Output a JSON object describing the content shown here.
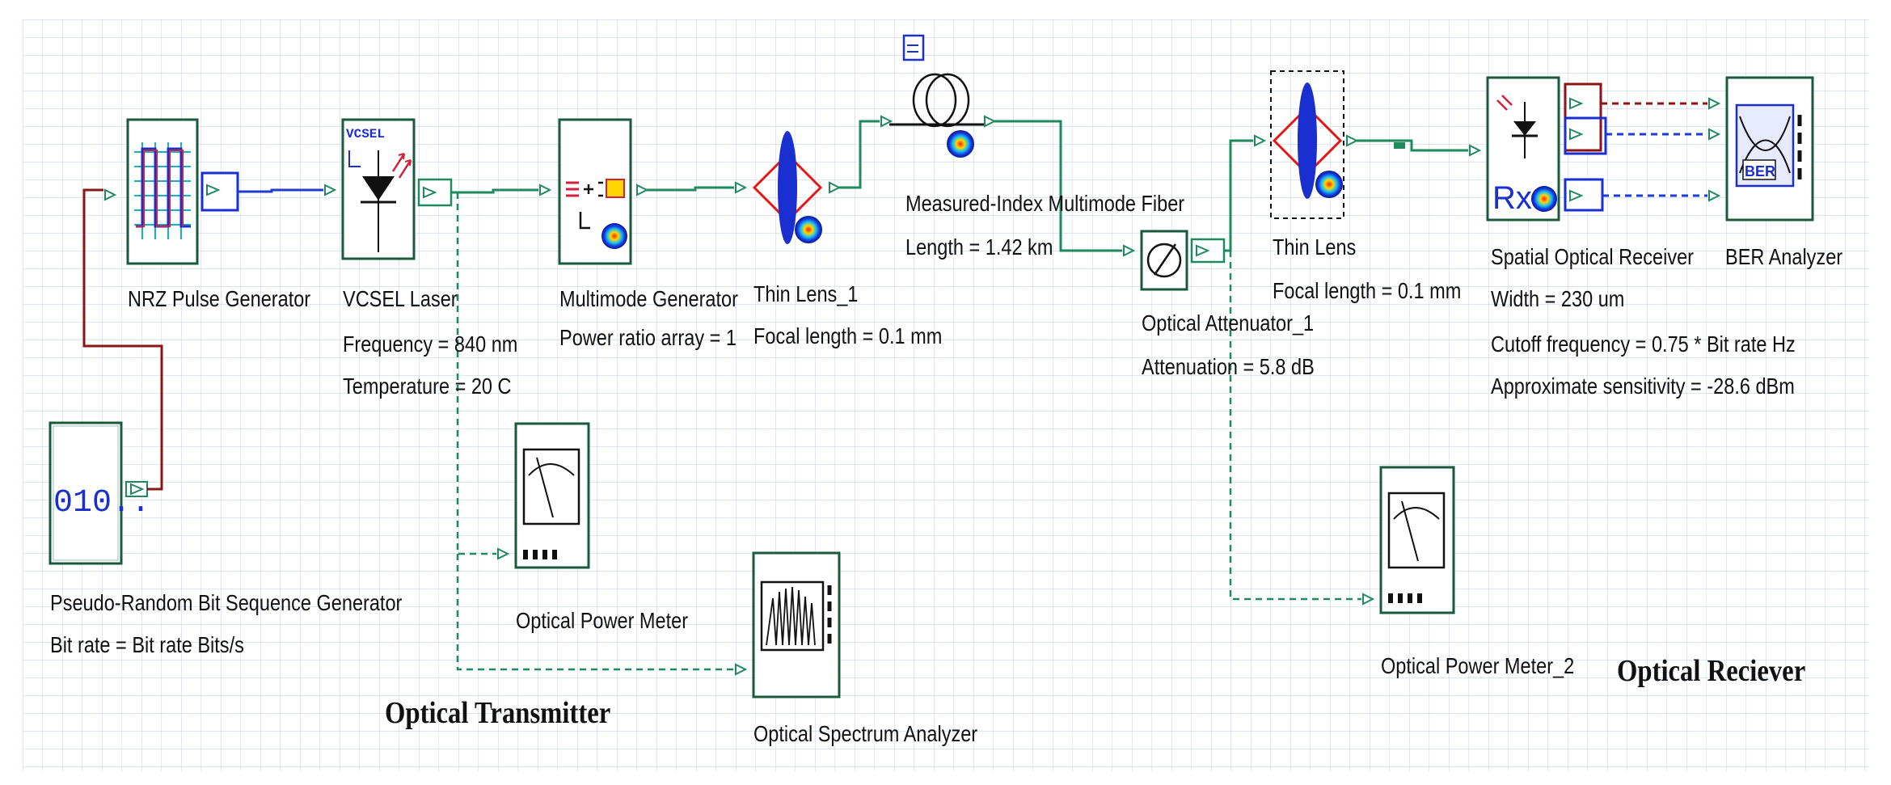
{
  "components": {
    "prbs": {
      "name": "Pseudo-Random Bit Sequence Generator",
      "param1": "Bit rate = Bit rate  Bits/s",
      "icon_text": "010.."
    },
    "nrz": {
      "name": "NRZ Pulse Generator"
    },
    "vcsel": {
      "name": "VCSEL Laser",
      "param1": "Frequency = 840  nm",
      "param2": "Temperature = 20  C",
      "icon_text": "VCSEL"
    },
    "multimode": {
      "name": "Multimode Generator",
      "param1": "Power ratio array = 1"
    },
    "lens1": {
      "name": "Thin Lens_1",
      "param1": "Focal length = 0.1  mm"
    },
    "fiber": {
      "name": "Measured-Index Multimode Fiber",
      "param1": "Length = 1.42  km"
    },
    "attenuator": {
      "name": "Optical Attenuator_1",
      "param1": "Attenuation = 5.8  dB"
    },
    "lens2": {
      "name": "Thin Lens",
      "param1": "Focal length = 0.1  mm"
    },
    "receiver": {
      "name": "Spatial Optical Receiver",
      "param1": "Width = 230  um",
      "param2": "Cutoff frequency = 0.75 * Bit rate  Hz",
      "param3": "Approximate sensitivity = -28.6  dBm",
      "icon_text": "Rx"
    },
    "ber": {
      "name": "BER Analyzer",
      "icon_text": "BER"
    },
    "pm1": {
      "name": "Optical Power Meter"
    },
    "osa": {
      "name": "Optical Spectrum Analyzer"
    },
    "pm2": {
      "name": "Optical Power Meter_2"
    }
  },
  "sections": {
    "transmitter": "Optical Transmitter",
    "receiver": "Optical Reciever"
  },
  "colors": {
    "grid": "#c4d4ea",
    "optical_link": "#1e8a5e",
    "electrical_link": "#1f3bd0",
    "control_link": "#8b1414",
    "monitor_link": "#1e8a5e",
    "component_border": "#1a5a3c"
  },
  "icons": {
    "prbs": "bit-sequence-icon",
    "nrz": "pulse-waveform-icon",
    "vcsel": "laser-diode-icon",
    "multimode": "mode-generator-icon",
    "lens": "thin-lens-icon",
    "fiber": "fiber-coil-icon",
    "attenuator": "attenuator-icon",
    "receiver": "photodiode-icon",
    "ber": "eye-diagram-icon",
    "power_meter": "meter-needle-icon",
    "osa": "spectrum-icon"
  }
}
